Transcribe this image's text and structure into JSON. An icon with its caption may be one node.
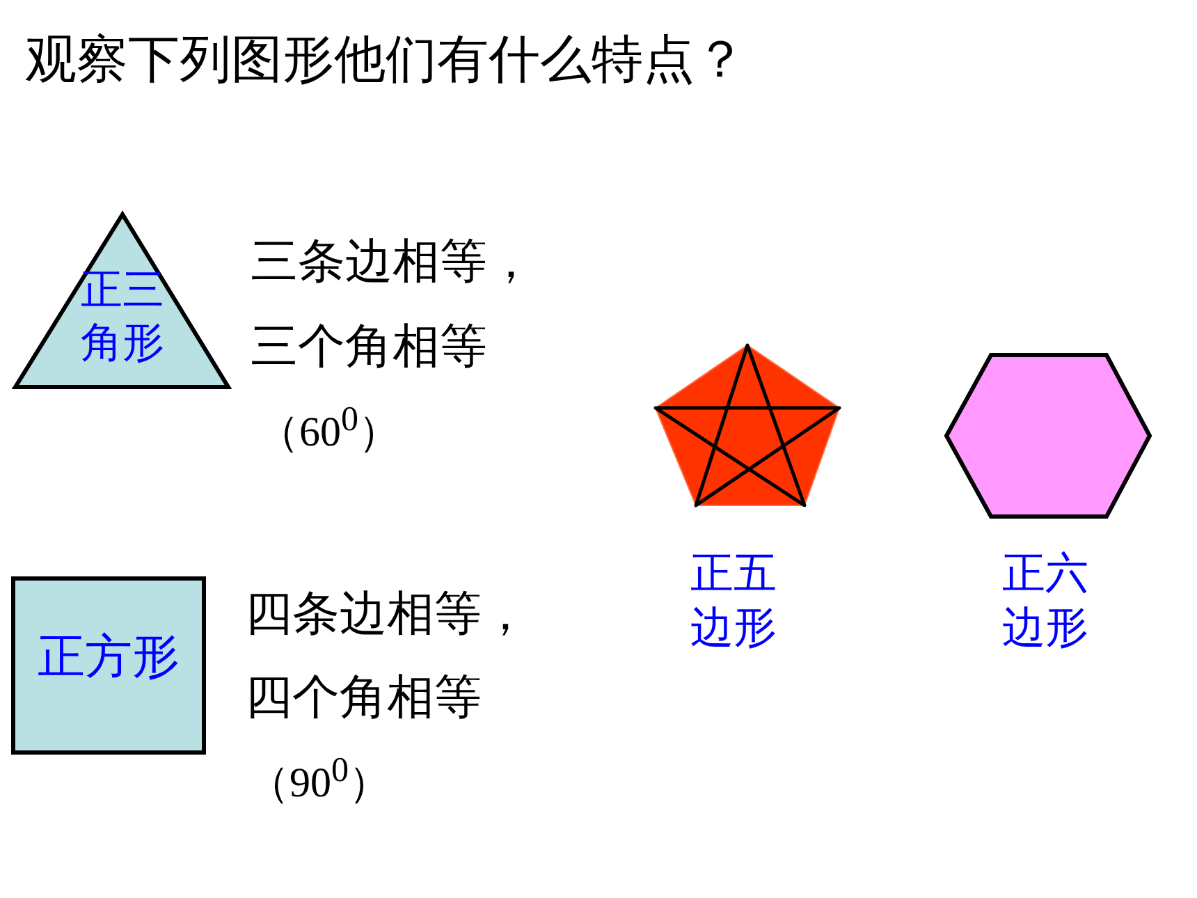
{
  "diagram": {
    "title": "观察下列图形他们有什么特点？",
    "nodes": [
      {
        "text": [
          "正三角形"
        ],
        "beside": [
          "三条边相等，",
          "三个角相等",
          "（60$^{0}$）"
        ]
      },
      {
        "text": [
          "正方形"
        ],
        "beside": [
          "四条边相等，",
          "四个角相等",
          "（90$^{0}$）"
        ]
      },
      {
        "text": [
          "正五边形"
        ]
      },
      {
        "text": [
          "正六边形"
        ]
      }
    ],
    "edges": []
  }
}
